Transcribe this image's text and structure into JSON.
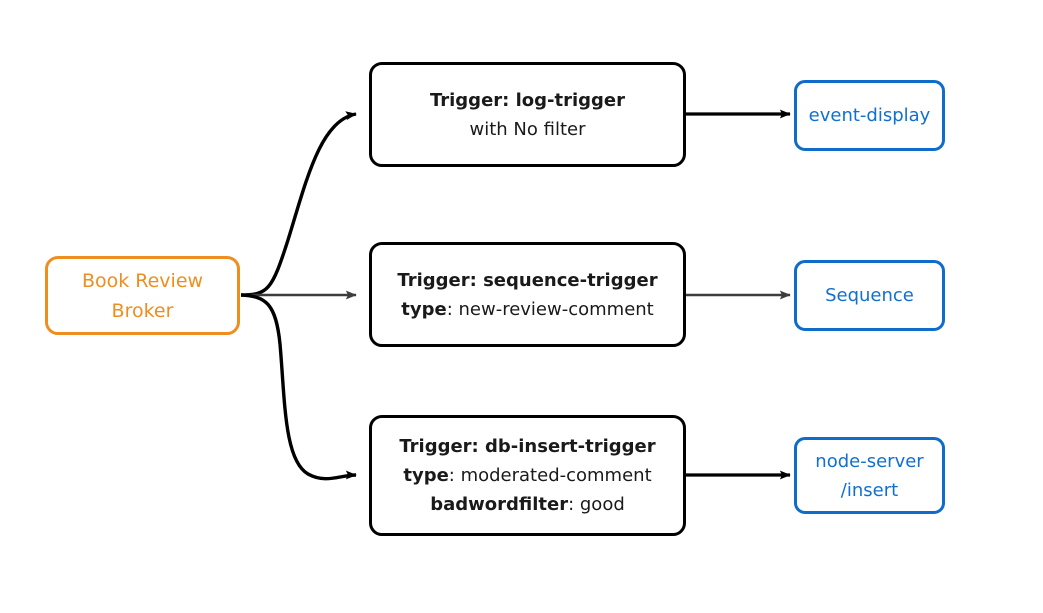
{
  "diagram": {
    "type": "flow-diagram",
    "background": "#ffffff",
    "colors": {
      "broker_accent": "#ef8e20",
      "trigger_border": "#000000",
      "target_accent": "#1170cf",
      "arrow_black": "#000000",
      "arrow_gray": "#3d3d3d"
    },
    "broker": {
      "name": "book-review-broker",
      "line1": "Book Review",
      "line2": "Broker"
    },
    "triggers": [
      {
        "id": "log-trigger",
        "title": "Trigger: log-trigger",
        "detail_plain": "with No filter",
        "detail_key": "",
        "detail_value": ""
      },
      {
        "id": "sequence-trigger",
        "title": "Trigger: sequence-trigger",
        "detail_key": "type",
        "detail_value": ": new-review-comment"
      },
      {
        "id": "db-insert-trigger",
        "title": "Trigger: db-insert-trigger",
        "detail_key": "type",
        "detail_value": ": moderated-comment",
        "detail2_key": "badwordfilter",
        "detail2_value": ": good"
      }
    ],
    "targets": [
      {
        "id": "event-display",
        "line1": "event-display",
        "line2": ""
      },
      {
        "id": "sequence",
        "line1": "Sequence",
        "line2": ""
      },
      {
        "id": "node-server-insert",
        "line1": "node-server",
        "line2": "/insert"
      }
    ]
  }
}
